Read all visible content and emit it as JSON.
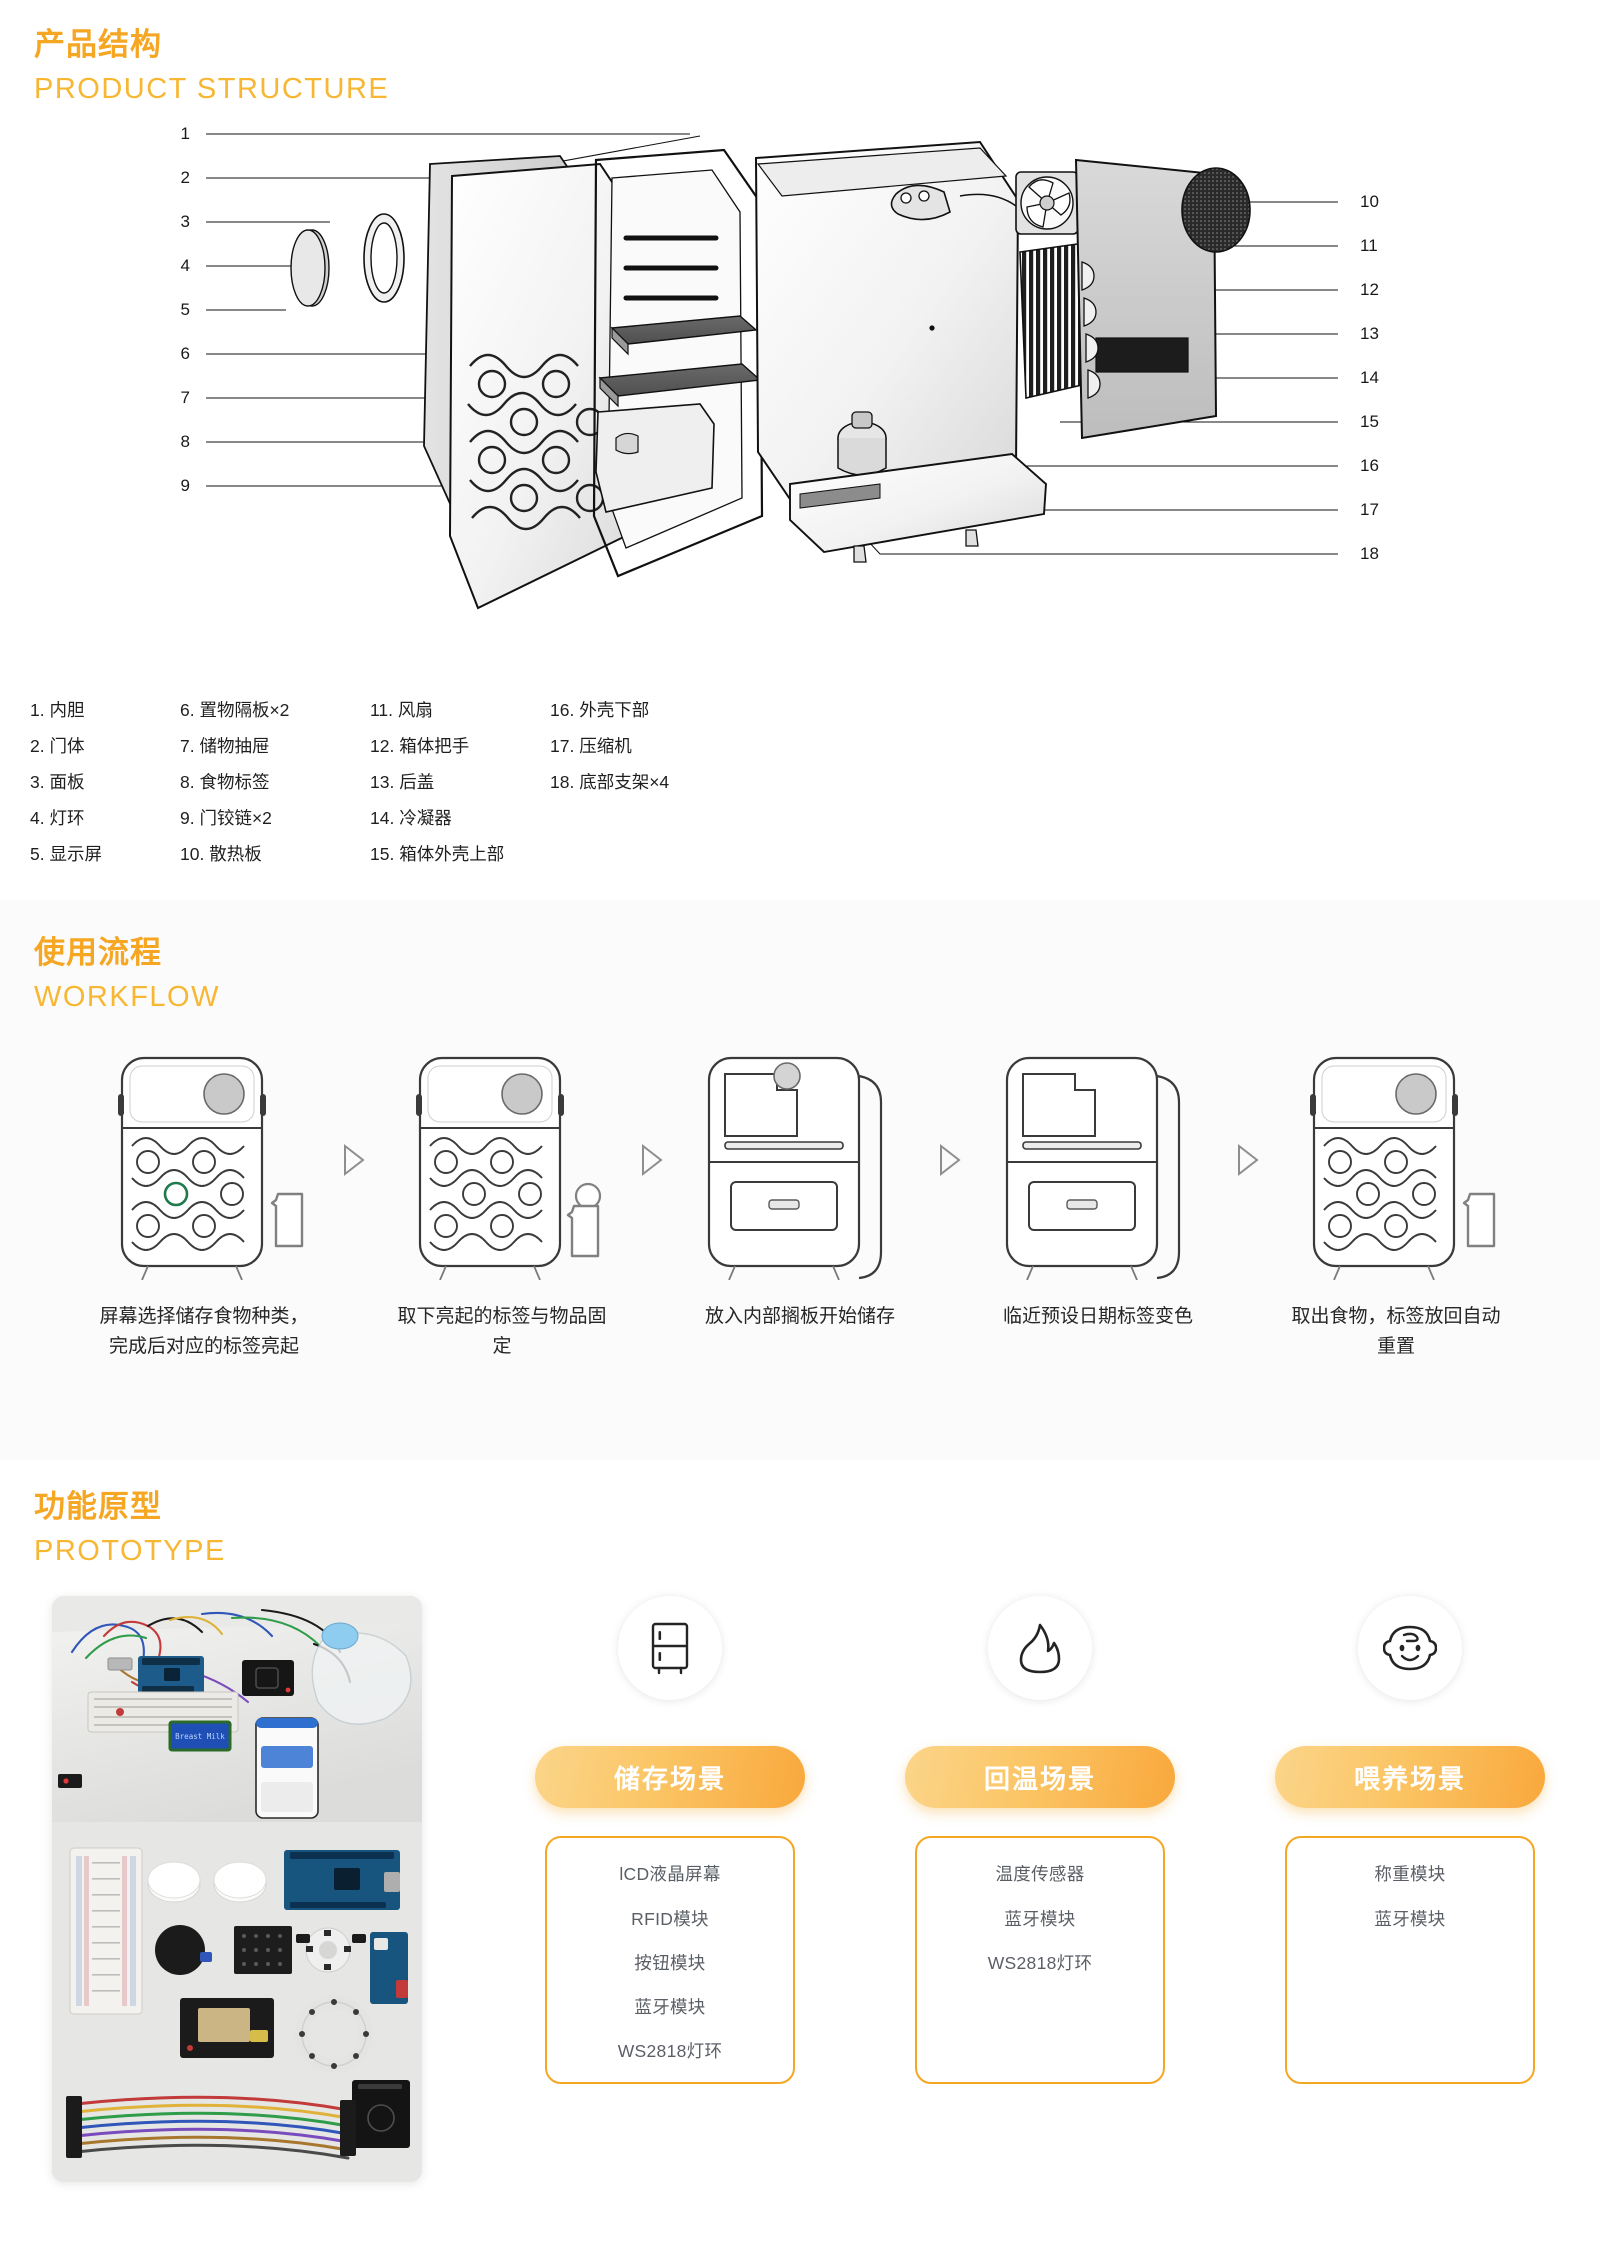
{
  "sections": {
    "structure": {
      "title_cn": "产品结构",
      "title_en": "PRODUCT STRUCTURE"
    },
    "workflow": {
      "title_cn": "使用流程",
      "title_en": "WORKFLOW"
    },
    "prototype": {
      "title_cn": "功能原型",
      "title_en": "PROTOTYPE"
    }
  },
  "colors": {
    "accent": "#F5A623",
    "accent_light": "#F7B733",
    "pill_from": "#FBD58A",
    "pill_to": "#F9A83C",
    "text": "#2b2b2b",
    "muted": "#5a5f66",
    "workflow_bg": "#fbfbfb"
  },
  "callouts_left": [
    "1",
    "2",
    "3",
    "4",
    "5",
    "6",
    "7",
    "8",
    "9"
  ],
  "callouts_right": [
    "10",
    "11",
    "12",
    "13",
    "14",
    "15",
    "16",
    "17",
    "18"
  ],
  "parts": [
    {
      "n": "1.",
      "label": "内胆"
    },
    {
      "n": "2.",
      "label": "门体"
    },
    {
      "n": "3.",
      "label": "面板"
    },
    {
      "n": "4.",
      "label": "灯环"
    },
    {
      "n": "5.",
      "label": "显示屏"
    },
    {
      "n": "6.",
      "label": "置物隔板×2"
    },
    {
      "n": "7.",
      "label": "储物抽屉"
    },
    {
      "n": "8.",
      "label": "食物标签"
    },
    {
      "n": "9.",
      "label": "门铰链×2"
    },
    {
      "n": "10.",
      "label": "散热板"
    },
    {
      "n": "11.",
      "label": "风扇"
    },
    {
      "n": "12.",
      "label": "箱体把手"
    },
    {
      "n": "13.",
      "label": "后盖"
    },
    {
      "n": "14.",
      "label": "冷凝器"
    },
    {
      "n": "15.",
      "label": "箱体外壳上部"
    },
    {
      "n": "16.",
      "label": "外壳下部"
    },
    {
      "n": "17.",
      "label": "压缩机"
    },
    {
      "n": "18.",
      "label": "底部支架×4"
    }
  ],
  "parts_grid": [
    "1. 内胆",
    "6. 置物隔板×2",
    "11. 风扇",
    "16. 外壳下部",
    "2. 门体",
    "7. 储物抽屉",
    "12. 箱体把手",
    "17. 压缩机",
    "3. 面板",
    "8. 食物标签",
    "13. 后盖",
    "18. 底部支架×4",
    "4. 灯环",
    "9. 门铰链×2",
    "14. 冷凝器",
    "",
    "5. 显示屏",
    "10. 散热板",
    "15. 箱体外壳上部",
    ""
  ],
  "workflow_steps": [
    {
      "art": "fridge-closed-lit-tag",
      "caption": "屏幕选择储存食物种类，完成后对应的标签亮起"
    },
    {
      "art": "fridge-tag-removed",
      "caption": "取下亮起的标签与物品固定"
    },
    {
      "art": "fridge-open-place",
      "caption": "放入内部搁板开始储存"
    },
    {
      "art": "fridge-open-alert",
      "caption": "临近预设日期标签变色"
    },
    {
      "art": "fridge-closed-reset",
      "caption": "取出食物，标签放回自动重置"
    }
  ],
  "workflow_arrow": "triangle-right-icon",
  "scenarios": [
    {
      "icon": "refrigerator-icon",
      "pill": "储存场景",
      "modules": [
        "lCD液晶屏幕",
        "RFID模块",
        "按钮模块",
        "蓝牙模块",
        "WS2818灯环"
      ]
    },
    {
      "icon": "flame-icon",
      "pill": "回温场景",
      "modules": [
        "温度传感器",
        "蓝牙模块",
        "WS2818灯环"
      ]
    },
    {
      "icon": "baby-face-icon",
      "pill": "喂养场景",
      "modules": [
        "称重模块",
        "蓝牙模块"
      ]
    }
  ],
  "prototype_photos": [
    {
      "name": "breadboard-arduino-setup-photo"
    },
    {
      "name": "components-flatlay-photo"
    }
  ]
}
